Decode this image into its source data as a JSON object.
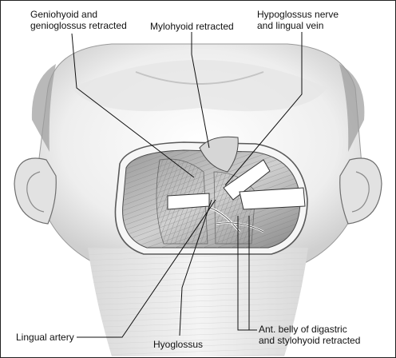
{
  "labels": {
    "geniohyoid": "Geniohyoid and\ngenioglossus retracted",
    "mylohyoid": "Mylohyoid retracted",
    "hypoglossus_nerve": "Hypoglossus nerve\nand lingual vein",
    "lingual_artery": "Lingual artery",
    "hyoglossus": "Hyoglossus",
    "digastric": "Ant. belly of digastric\nand stylohyoid retracted"
  },
  "colors": {
    "skin": "#f2f2f2",
    "shadow": "#bdbdbd",
    "hair": "#8c8c8c",
    "muscle": "#c8c8c8",
    "wound_edge": "#6e6e6e",
    "leader_line": "#111111"
  }
}
